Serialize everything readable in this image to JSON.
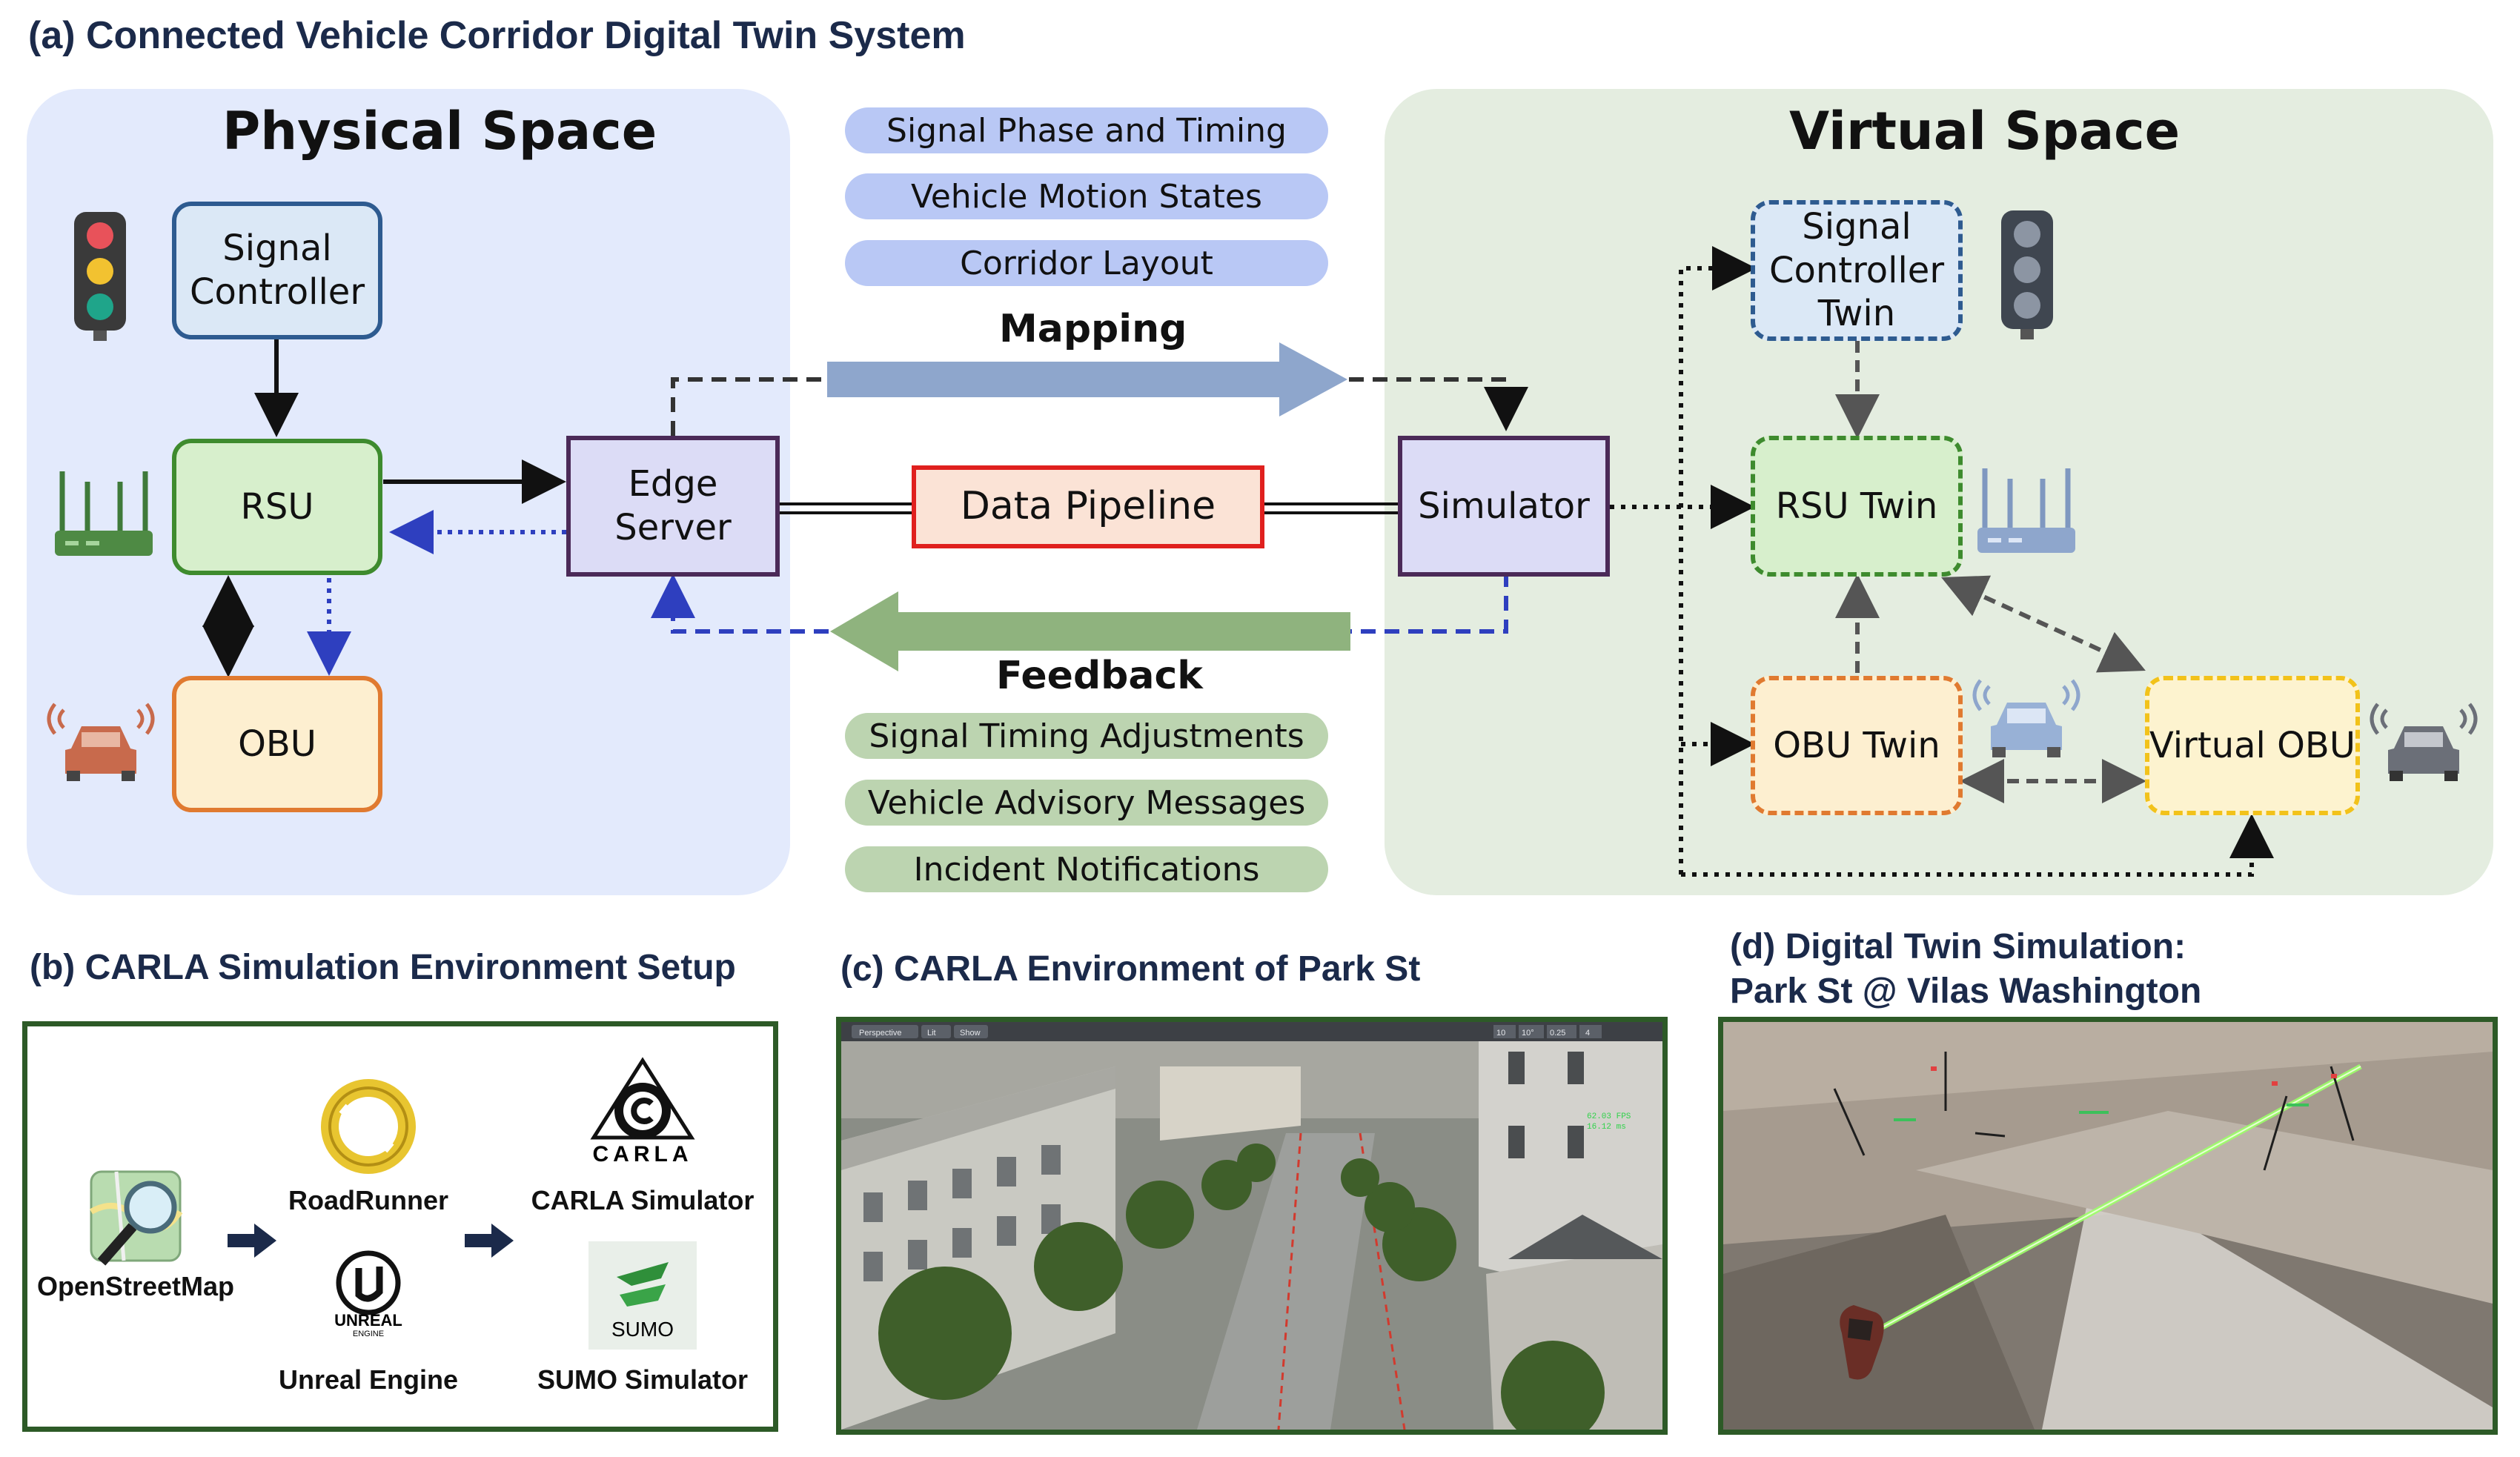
{
  "panel_a": {
    "title": "(a) Connected Vehicle Corridor Digital Twin System",
    "physical_space": {
      "title": "Physical Space",
      "signal_controller": "Signal\nController",
      "rsu": "RSU",
      "obu": "OBU",
      "edge_server": "Edge\nServer"
    },
    "virtual_space": {
      "title": "Virtual Space",
      "signal_controller_twin": "Signal\nController\nTwin",
      "rsu_twin": "RSU Twin",
      "obu_twin": "OBU Twin",
      "virtual_obu": "Virtual OBU",
      "simulator": "Simulator"
    },
    "data_pipeline": "Data Pipeline",
    "mapping": {
      "label": "Mapping",
      "items": [
        "Signal Phase and Timing",
        "Vehicle Motion States",
        "Corridor Layout"
      ]
    },
    "feedback": {
      "label": "Feedback",
      "items": [
        "Signal Timing Adjustments",
        "Vehicle Advisory Messages",
        "Incident Notifications"
      ]
    },
    "colors": {
      "physical_bg": "#e3eafc",
      "virtual_bg": "#e4ede0",
      "mapping_arrow": "#8ea6cc",
      "feedback_arrow": "#8fb37e",
      "pipeline_border": "#e0201e",
      "pipeline_fill": "#fbe3d6"
    }
  },
  "panel_b": {
    "title": "(b) CARLA Simulation Environment Setup",
    "openstreetmap": "OpenStreetMap",
    "roadrunner": "RoadRunner",
    "unreal_engine": "Unreal Engine",
    "unreal_logo_text": "UNREAL",
    "unreal_logo_sub": "ENGINE",
    "carla_simulator": "CARLA Simulator",
    "carla_logo_text": "CARLA",
    "sumo_simulator": "SUMO Simulator",
    "sumo_logo_text": "SUMO"
  },
  "panel_c": {
    "title": "(c) CARLA Environment of Park St",
    "toolbar": [
      "Perspective",
      "Lit",
      "Show"
    ],
    "toolbar_right": [
      "10",
      "10°",
      "0.25",
      "4"
    ],
    "fps": "62.03 FPS",
    "ms": "16.12 ms"
  },
  "panel_d": {
    "title_line1": "(d) Digital Twin Simulation:",
    "title_line2": "Park St @ Vilas Washington"
  }
}
